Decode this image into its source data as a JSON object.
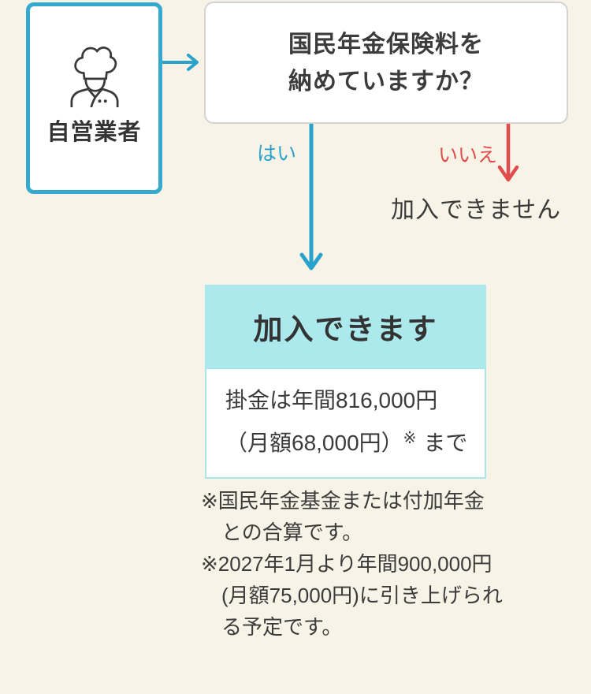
{
  "diagram": {
    "start": {
      "label": "自営業者",
      "icon": "chef-icon"
    },
    "question": {
      "text": "国民年金保険料を\n納めていますか？"
    },
    "yes_branch": {
      "label": "はい"
    },
    "no_branch": {
      "label": "いいえ",
      "result": "加入できません"
    },
    "approved": {
      "title": "加入できます",
      "detail_line1": "掛金は年間816,000円",
      "detail_line2_main": "（月額68,000円）",
      "detail_line2_note_marker": "※",
      "detail_line2_tail": "まで"
    },
    "footnotes": [
      "※国民年金基金または付加年金\n　との合算です。",
      "※2027年1月より年間900,000円\n　(月額75,000円)に引き上げられ\n　る予定です。"
    ]
  },
  "colors": {
    "background": "#F7F3E7",
    "accent_blue": "#2AA3CC",
    "accent_red": "#E04C4C",
    "result_header_teal": "#ACE9EC",
    "start_box_border_teal": "#36A9CF",
    "detail_box_border_teal": "#A9E6EA",
    "text_dark": "#3B3B3B"
  }
}
